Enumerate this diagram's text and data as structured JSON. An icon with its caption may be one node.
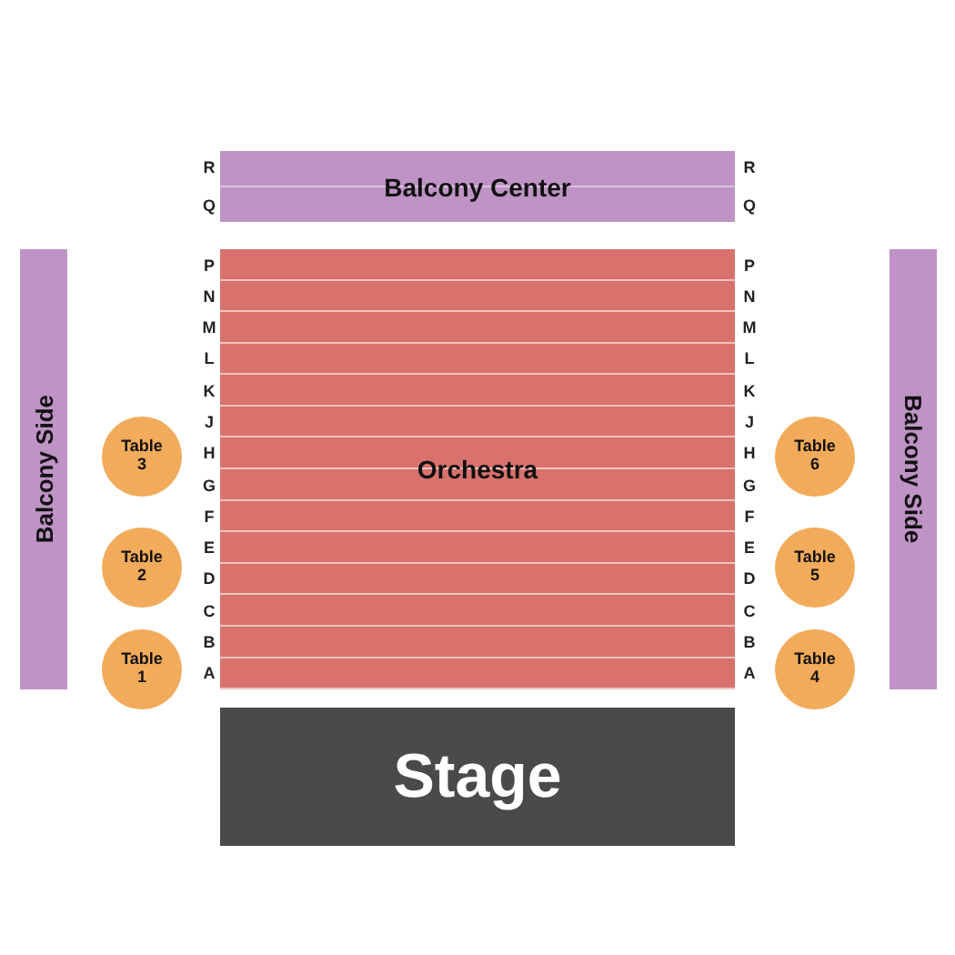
{
  "diagram": {
    "nodes": [
      {
        "text": [
          "Balcony Center"
        ]
      },
      {
        "text": [
          "Balcony Side"
        ]
      },
      {
        "text": [
          "Orchestra"
        ]
      },
      {
        "text": [
          "Balcony Side"
        ]
      },
      {
        "text": [
          "Table 3"
        ]
      },
      {
        "text": [
          "Table 6"
        ]
      },
      {
        "text": [
          "Table 2"
        ]
      },
      {
        "text": [
          "Table 5"
        ]
      },
      {
        "text": [
          "Table 1"
        ]
      },
      {
        "text": [
          "Table 4"
        ]
      },
      {
        "text": [
          "Stage"
        ]
      }
    ],
    "labels": [
      "R",
      "R",
      "Q",
      "Q",
      "P",
      "P",
      "N",
      "N",
      "M",
      "M",
      "L",
      "L",
      "K",
      "K",
      "J",
      "J",
      "H",
      "H",
      "G",
      "G",
      "F",
      "F",
      "E",
      "E",
      "D",
      "D",
      "C",
      "C",
      "B",
      "B",
      "A",
      "A"
    ]
  }
}
